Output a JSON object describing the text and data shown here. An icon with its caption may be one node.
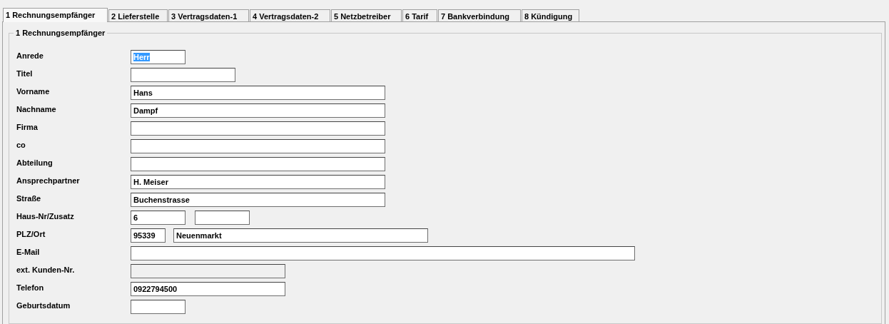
{
  "diagram": {
    "nodes": [
      {
        "text": [
          "1 Rechnungsempfänger"
        ]
      },
      {
        "text": [
          "2 Lieferstelle"
        ]
      },
      {
        "text": [
          "3 Vertragsdaten-1"
        ]
      },
      {
        "text": [
          "4 Vertragsdaten-2"
        ]
      },
      {
        "text": [
          "5 Netzbetreiber"
        ]
      },
      {
        "text": [
          "6 Tarif"
        ]
      },
      {
        "text": [
          "7 Bankverbindung"
        ]
      },
      {
        "text": [
          "8 Kündigung"
        ]
      },
      {
        "text": [
          "1 Rechnungsempfänger"
        ]
      },
      {
        "text": [
          "Herr"
        ],
        "in": 8
      },
      {
        "text": [],
        "shape": "box",
        "in": 8
      },
      {
        "text": [
          "Hans"
        ],
        "in": 8
      },
      {
        "text": [
          "Dampf"
        ],
        "in": 8
      },
      {
        "text": [],
        "shape": "box",
        "in": 8
      },
      {
        "text": [],
        "shape": "box",
        "in": 8
      },
      {
        "text": [],
        "shape": "box",
        "in": 8
      },
      {
        "text": [
          "H. Meiser"
        ],
        "in": 8
      },
      {
        "text": [
          "Buchenstrasse"
        ],
        "in": 8
      },
      {
        "text": [
          "6"
        ],
        "in": 8
      },
      {
        "text": [],
        "shape": "box",
        "in": 8
      },
      {
        "text": [
          "95339"
        ],
        "in": 8
      },
      {
        "text": [
          "Neuenmarkt"
        ],
        "in": 8
      },
      {
        "text": [],
        "shape": "box",
        "in": 8
      },
      {
        "text": [],
        "shape": "box",
        "in": 8
      },
      {
        "text": [
          "0922794500"
        ],
        "in": 8
      },
      {
        "text": [],
        "shape": "box",
        "in": 8
      }
    ],
    "labels": [
      "Anrede",
      "Titel",
      "Vorname",
      "Nachname",
      "Firma",
      "co",
      "Abteilung",
      "Ansprechpartner",
      "Straße",
      "Haus-Nr/Zusatz",
      "PLZ/Ort",
      "E-Mail",
      "ext. Kunden-Nr.",
      "Telefon",
      "Geburtsdatum"
    ]
  }
}
